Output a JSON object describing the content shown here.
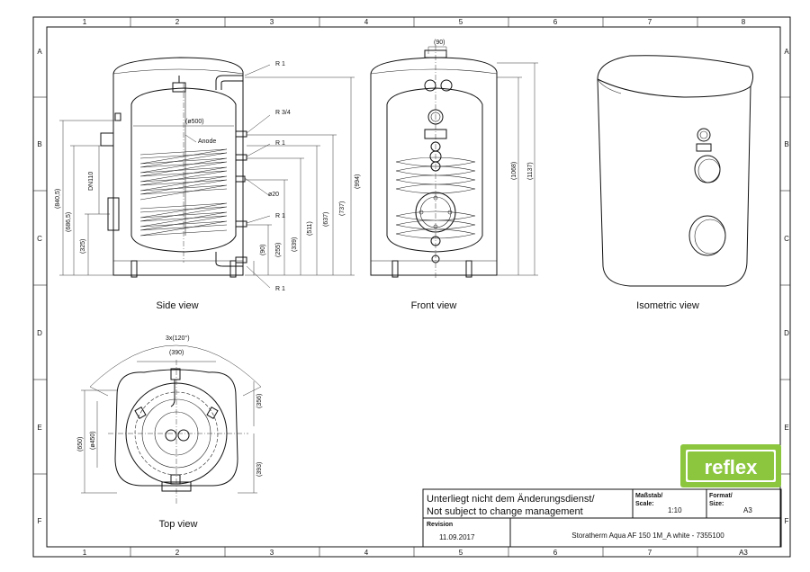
{
  "border": {
    "columns": [
      "1",
      "2",
      "3",
      "4",
      "5",
      "6",
      "7",
      "8"
    ],
    "rows": [
      "A",
      "B",
      "C",
      "D",
      "E",
      "F"
    ]
  },
  "views": {
    "side": "Side view",
    "front": "Front view",
    "isometric": "Isometric view",
    "top": "Top view"
  },
  "side_annotations": {
    "r1_top": "R 1",
    "r34": "R 3/4",
    "r1_mid": "R 1",
    "d20": "ø20",
    "r1_low": "R 1",
    "r1_bottom": "R 1",
    "anode": "Anode",
    "dia500": "(ø500)",
    "dn110": "DN110",
    "d840": "(840,5)",
    "d686": "(686,5)",
    "d325": "(325)",
    "d90": "(90)",
    "d255": "(255)",
    "d339": "(339)",
    "d511": "(511)",
    "d637": "(637)",
    "d737": "(737)",
    "d994": "(994)"
  },
  "front_annotations": {
    "top90": "(90)",
    "d1068": "(1068)",
    "d1137": "(1137)"
  },
  "top_annotations": {
    "angle": "3x(120°)",
    "d390": "(390)",
    "d650": "(650)",
    "d450": "(ø450)",
    "d356": "(356)",
    "d393": "(393)"
  },
  "title_block": {
    "notice_de": "Unterliegt nicht dem Änderungsdienst/",
    "notice_en": "Not subject to change management",
    "scale_label": "Maßstab/",
    "scale_label2": "Scale:",
    "scale_value": "1:10",
    "format_label": "Format/",
    "format_label2": "Size:",
    "format_value": "A3",
    "revision_label": "Revision",
    "revision_value": "11.09.2017",
    "product": "Storatherm Aqua AF 150 1M_A white - 7355100",
    "brand": "reflex",
    "corner": "A3"
  },
  "colors": {
    "brand_green": "#8cc63f",
    "brand_text": "#ffffff",
    "ink": "#111111"
  }
}
